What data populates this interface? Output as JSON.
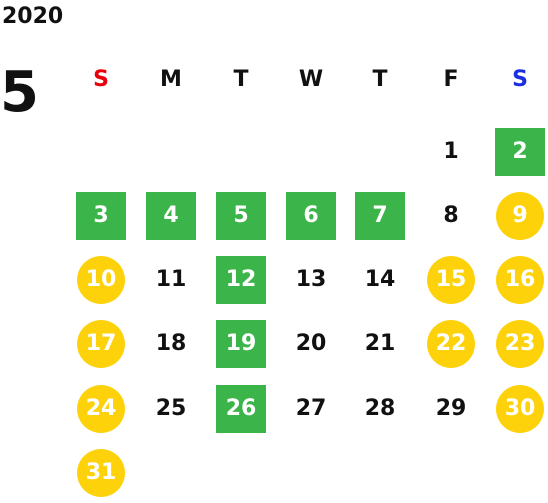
{
  "year": "2020",
  "month": "5",
  "weekdays": [
    {
      "label": "S",
      "color": "#e8000b"
    },
    {
      "label": "M",
      "color": "#111111"
    },
    {
      "label": "T",
      "color": "#111111"
    },
    {
      "label": "W",
      "color": "#111111"
    },
    {
      "label": "T",
      "color": "#111111"
    },
    {
      "label": "F",
      "color": "#111111"
    },
    {
      "label": "S",
      "color": "#1a2fe0"
    }
  ],
  "colors": {
    "green": "#3bb44a",
    "yellow": "#fdd20b"
  },
  "days": [
    {
      "d": "1",
      "col": 5,
      "row": 0,
      "style": "plain"
    },
    {
      "d": "2",
      "col": 6,
      "row": 0,
      "style": "green"
    },
    {
      "d": "3",
      "col": 0,
      "row": 1,
      "style": "green"
    },
    {
      "d": "4",
      "col": 1,
      "row": 1,
      "style": "green"
    },
    {
      "d": "5",
      "col": 2,
      "row": 1,
      "style": "green"
    },
    {
      "d": "6",
      "col": 3,
      "row": 1,
      "style": "green"
    },
    {
      "d": "7",
      "col": 4,
      "row": 1,
      "style": "green"
    },
    {
      "d": "8",
      "col": 5,
      "row": 1,
      "style": "plain"
    },
    {
      "d": "9",
      "col": 6,
      "row": 1,
      "style": "yellow"
    },
    {
      "d": "10",
      "col": 0,
      "row": 2,
      "style": "yellow"
    },
    {
      "d": "11",
      "col": 1,
      "row": 2,
      "style": "plain"
    },
    {
      "d": "12",
      "col": 2,
      "row": 2,
      "style": "green"
    },
    {
      "d": "13",
      "col": 3,
      "row": 2,
      "style": "plain"
    },
    {
      "d": "14",
      "col": 4,
      "row": 2,
      "style": "plain"
    },
    {
      "d": "15",
      "col": 5,
      "row": 2,
      "style": "yellow"
    },
    {
      "d": "16",
      "col": 6,
      "row": 2,
      "style": "yellow"
    },
    {
      "d": "17",
      "col": 0,
      "row": 3,
      "style": "yellow"
    },
    {
      "d": "18",
      "col": 1,
      "row": 3,
      "style": "plain"
    },
    {
      "d": "19",
      "col": 2,
      "row": 3,
      "style": "green"
    },
    {
      "d": "20",
      "col": 3,
      "row": 3,
      "style": "plain"
    },
    {
      "d": "21",
      "col": 4,
      "row": 3,
      "style": "plain"
    },
    {
      "d": "22",
      "col": 5,
      "row": 3,
      "style": "yellow"
    },
    {
      "d": "23",
      "col": 6,
      "row": 3,
      "style": "yellow"
    },
    {
      "d": "24",
      "col": 0,
      "row": 4,
      "style": "yellow"
    },
    {
      "d": "25",
      "col": 1,
      "row": 4,
      "style": "plain"
    },
    {
      "d": "26",
      "col": 2,
      "row": 4,
      "style": "green"
    },
    {
      "d": "27",
      "col": 3,
      "row": 4,
      "style": "plain"
    },
    {
      "d": "28",
      "col": 4,
      "row": 4,
      "style": "plain"
    },
    {
      "d": "29",
      "col": 5,
      "row": 4,
      "style": "plain"
    },
    {
      "d": "30",
      "col": 6,
      "row": 4,
      "style": "yellow"
    },
    {
      "d": "31",
      "col": 0,
      "row": 5,
      "style": "yellow"
    }
  ]
}
